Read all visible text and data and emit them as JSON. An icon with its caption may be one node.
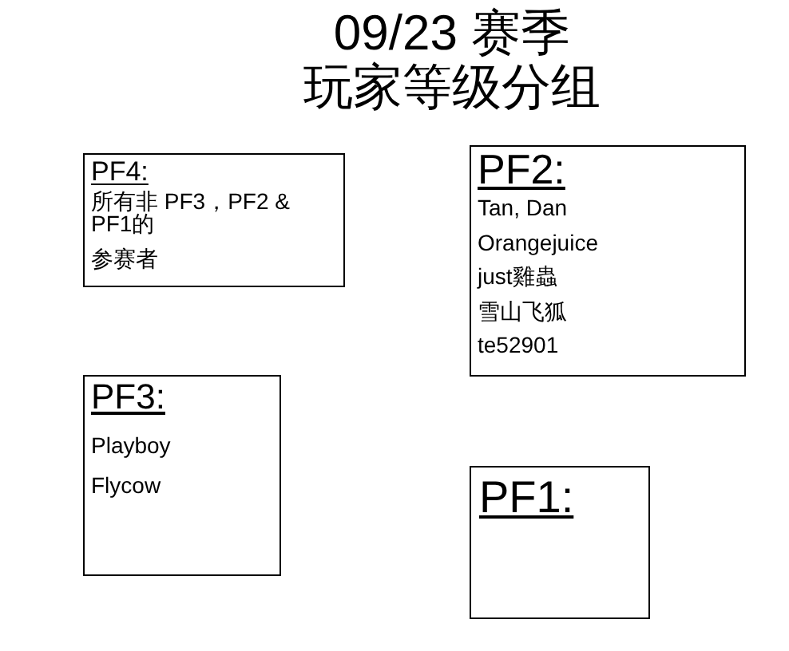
{
  "diagram": {
    "title": "09/23 赛季玩家等级分组",
    "nodes": [
      {
        "text": [
          "PF4:",
          "所有非 PF3，PF2 & PF1的",
          "参赛者"
        ]
      },
      {
        "text": [
          "PF2:",
          "Tan, Dan",
          "Orangejuice",
          "just雞蟲",
          "雪山飞狐",
          "te52901"
        ]
      },
      {
        "text": [
          "PF3:",
          "Playboy",
          "Flycow"
        ]
      },
      {
        "text": [
          "PF1:"
        ]
      }
    ]
  }
}
